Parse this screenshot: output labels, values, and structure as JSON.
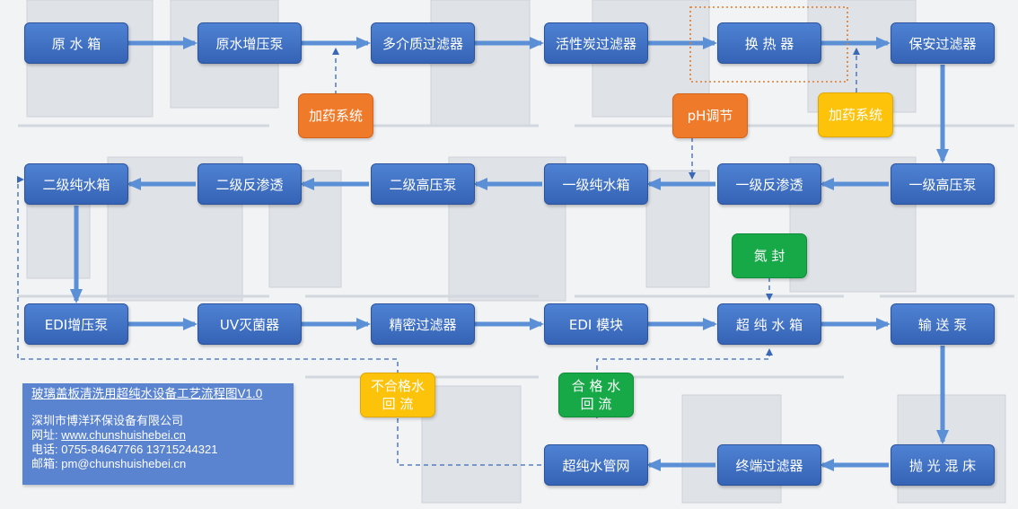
{
  "nodes": [
    {
      "id": "raw-water-tank",
      "label": "原  水  箱"
    },
    {
      "id": "raw-water-booster-pump",
      "label": "原水增压泵"
    },
    {
      "id": "multimedia-filter",
      "label": "多介质过滤器"
    },
    {
      "id": "activated-carbon-filter",
      "label": "活性炭过滤器"
    },
    {
      "id": "heat-exchanger",
      "label": "换    热    器"
    },
    {
      "id": "security-filter",
      "label": "保安过滤器"
    },
    {
      "id": "stage1-high-pressure-pump",
      "label": "一级高压泵"
    },
    {
      "id": "stage1-reverse-osmosis",
      "label": "一级反渗透"
    },
    {
      "id": "stage1-pure-water-tank",
      "label": "一级纯水箱"
    },
    {
      "id": "stage2-high-pressure-pump",
      "label": "二级高压泵"
    },
    {
      "id": "stage2-reverse-osmosis",
      "label": "二级反渗透"
    },
    {
      "id": "stage2-pure-water-tank",
      "label": "二级纯水箱"
    },
    {
      "id": "edi-booster-pump",
      "label": "EDI增压泵"
    },
    {
      "id": "uv-sterilizer",
      "label": "UV灭菌器"
    },
    {
      "id": "precision-filter",
      "label": "精密过滤器"
    },
    {
      "id": "edi-module",
      "label": "EDI 模块"
    },
    {
      "id": "ultrapure-water-tank",
      "label": "超 纯 水 箱"
    },
    {
      "id": "delivery-pump",
      "label": "输    送    泵"
    },
    {
      "id": "polishing-mixed-bed",
      "label": "抛 光 混 床"
    },
    {
      "id": "terminal-filter",
      "label": "终端过滤器"
    },
    {
      "id": "ultrapure-water-pipe-network",
      "label": "超纯水管网"
    }
  ],
  "aux": [
    {
      "id": "dosing-system-1",
      "lines": [
        "加药系统"
      ],
      "color": "#ef7a2a"
    },
    {
      "id": "ph-adjust",
      "lines": [
        "pH调节"
      ],
      "color": "#ef7a2a"
    },
    {
      "id": "dosing-system-2",
      "lines": [
        "加药系统"
      ],
      "color": "#fdc20a"
    },
    {
      "id": "nitrogen-seal",
      "lines": [
        "氮     封"
      ],
      "color": "#17a848"
    },
    {
      "id": "unqualified-water-return",
      "lines": [
        "不合格水",
        "回    流"
      ],
      "color": "#fdc20a"
    },
    {
      "id": "qualified-water-return",
      "lines": [
        "合  格  水",
        "回    流"
      ],
      "color": "#17a848"
    }
  ],
  "info": {
    "title": "玻璃盖板清洗用超纯水设备工艺流程图V1.0",
    "company": "深圳市博洋环保设备有限公司",
    "website_label": "网址: ",
    "website": "www.chunshuishebei.cn",
    "phone_label": "电话: ",
    "phone": "0755-84647766 13715244321",
    "email_label": "邮箱: ",
    "email": "pm@chunshuishebei.cn"
  },
  "colors": {
    "arrow": "#5b8fd6",
    "dashed": "#3b68b6",
    "node": "#3f6fc2"
  }
}
